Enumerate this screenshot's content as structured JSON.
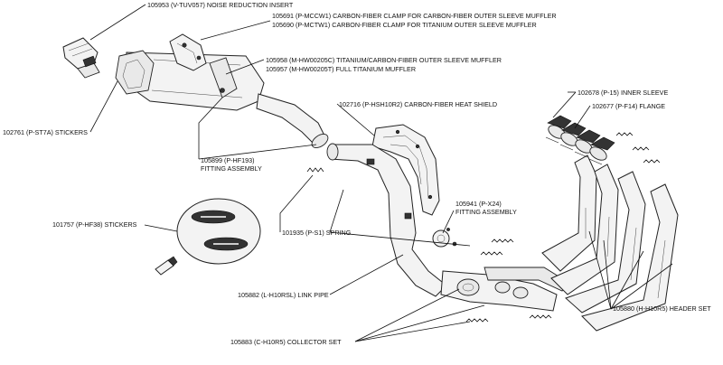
{
  "callouts": {
    "noise_insert": "105953 (V-TUV057) NOISE REDUCTION INSERT",
    "clamp_carbon": "105691 (P-MCCW1) CARBON-FIBER CLAMP FOR CARBON-FIBER OUTER SLEEVE MUFFLER",
    "clamp_titanium": "105690 (P-MCTW1) CARBON-FIBER CLAMP FOR TITANIUM OUTER SLEEVE MUFFLER",
    "muffler_carbon": "105958 (M-HW00205C) TITANIUM/CARBON-FIBER OUTER SLEEVE MUFFLER",
    "muffler_titanium": "105957 (M-HW00205T) FULL TITANIUM MUFFLER",
    "stickers_muffler": "102761 (P-ST7A) STICKERS",
    "heat_shield": "102716 (P-HSH10R2)  CARBON-FIBER HEAT SHIELD",
    "inner_sleeve": "102678 (P-15)  INNER SLEEVE",
    "flange": "102677 (P-F14)  FLANGE",
    "fitting_1_a": "105899 (P-HF193)",
    "fitting_1_b": "FITTING ASSEMBLY",
    "fitting_2_a": "105941 (P-X24)",
    "fitting_2_b": "FITTING ASSEMBLY",
    "stickers_loose": "101757 (P-HF38) STICKERS",
    "spring": "101935 (P-S1)  SPRING",
    "link_pipe": "105882 (L-H10RSL) LINK PIPE",
    "header_set": "105880 (H-H10R5) HEADER SET",
    "collector_set": "105883 (C-H10R5) COLLECTOR SET"
  }
}
